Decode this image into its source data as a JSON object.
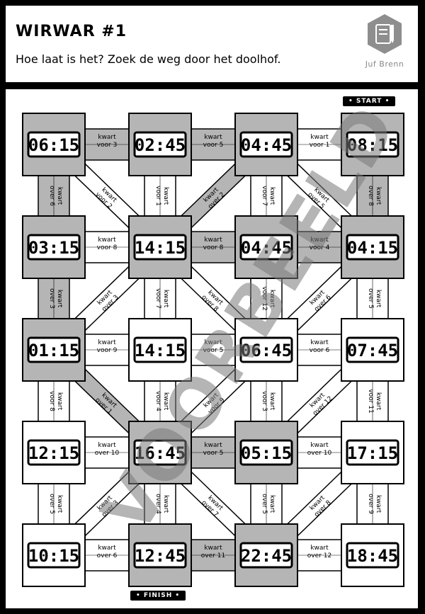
{
  "header": {
    "title": "WIRWAR #1",
    "subtitle": "Hoe laat is het? Zoek de weg door het doolhof.",
    "logo_name": "Juf Brenn"
  },
  "start_label": "• START •",
  "finish_label": "• FINISH •",
  "watermark": "VOORBEELD",
  "colors": {
    "shaded": "#b5b5b5",
    "white": "#ffffff",
    "ink": "#000000"
  },
  "times": [
    [
      "06:15",
      "02:45",
      "04:45",
      "08:15"
    ],
    [
      "03:15",
      "14:15",
      "04:45",
      "04:15"
    ],
    [
      "01:15",
      "14:15",
      "06:45",
      "07:45"
    ],
    [
      "12:15",
      "16:45",
      "05:15",
      "17:15"
    ],
    [
      "10:15",
      "12:45",
      "22:45",
      "18:45"
    ]
  ],
  "shaded": [
    [
      true,
      true,
      true,
      true
    ],
    [
      true,
      true,
      true,
      true
    ],
    [
      true,
      false,
      false,
      false
    ],
    [
      false,
      true,
      true,
      false
    ],
    [
      false,
      true,
      true,
      false
    ]
  ],
  "horizontal_links": [
    {
      "row": 0,
      "col": 0,
      "label": [
        "kwart",
        "voor 3"
      ],
      "shaded": true
    },
    {
      "row": 0,
      "col": 1,
      "label": [
        "kwart",
        "voor 5"
      ],
      "shaded": true
    },
    {
      "row": 0,
      "col": 2,
      "label": [
        "kwart",
        "voor 1"
      ],
      "shaded": false
    },
    {
      "row": 1,
      "col": 0,
      "label": [
        "kwart",
        "voor 8"
      ],
      "shaded": false
    },
    {
      "row": 1,
      "col": 1,
      "label": [
        "kwart",
        "voor 8"
      ],
      "shaded": true
    },
    {
      "row": 1,
      "col": 2,
      "label": [
        "kwart",
        "voor 4"
      ],
      "shaded": true
    },
    {
      "row": 2,
      "col": 0,
      "label": [
        "kwart",
        "voor 9"
      ],
      "shaded": false
    },
    {
      "row": 2,
      "col": 1,
      "label": [
        "kwart",
        "voor 5"
      ],
      "shaded": false
    },
    {
      "row": 2,
      "col": 2,
      "label": [
        "kwart",
        "voor 6"
      ],
      "shaded": false
    },
    {
      "row": 3,
      "col": 0,
      "label": [
        "kwart",
        "over 10"
      ],
      "shaded": false
    },
    {
      "row": 3,
      "col": 1,
      "label": [
        "kwart",
        "voor 5"
      ],
      "shaded": true
    },
    {
      "row": 3,
      "col": 2,
      "label": [
        "kwart",
        "over 10"
      ],
      "shaded": false
    },
    {
      "row": 4,
      "col": 0,
      "label": [
        "kwart",
        "over 6"
      ],
      "shaded": false
    },
    {
      "row": 4,
      "col": 1,
      "label": [
        "kwart",
        "over 11"
      ],
      "shaded": true
    },
    {
      "row": 4,
      "col": 2,
      "label": [
        "kwart",
        "over 12"
      ],
      "shaded": false
    }
  ],
  "vertical_links": [
    {
      "row": 0,
      "col": 0,
      "label": [
        "kwart",
        "over 6"
      ],
      "shaded": true
    },
    {
      "row": 0,
      "col": 1,
      "label": [
        "kwart",
        "voor 1"
      ],
      "shaded": false
    },
    {
      "row": 0,
      "col": 2,
      "label": [
        "kwart",
        "voor 7"
      ],
      "shaded": false
    },
    {
      "row": 0,
      "col": 3,
      "label": [
        "kwart",
        "over 8"
      ],
      "shaded": true
    },
    {
      "row": 1,
      "col": 0,
      "label": [
        "kwart",
        "over 3"
      ],
      "shaded": true
    },
    {
      "row": 1,
      "col": 1,
      "label": [
        "kwart",
        "voor 7"
      ],
      "shaded": false
    },
    {
      "row": 1,
      "col": 2,
      "label": [
        "kwart",
        "voor 12"
      ],
      "shaded": false
    },
    {
      "row": 1,
      "col": 3,
      "label": [
        "kwart",
        "over 5"
      ],
      "shaded": false
    },
    {
      "row": 2,
      "col": 0,
      "label": [
        "kwart",
        "voor 8"
      ],
      "shaded": false
    },
    {
      "row": 2,
      "col": 1,
      "label": [
        "kwart",
        "voor 4"
      ],
      "shaded": false
    },
    {
      "row": 2,
      "col": 2,
      "label": [
        "kwart",
        "voor 3"
      ],
      "shaded": false
    },
    {
      "row": 2,
      "col": 3,
      "label": [
        "kwart",
        "voor 11"
      ],
      "shaded": false
    },
    {
      "row": 3,
      "col": 0,
      "label": [
        "kwart",
        "over 5"
      ],
      "shaded": false
    },
    {
      "row": 3,
      "col": 1,
      "label": [
        "kwart",
        "over 4"
      ],
      "shaded": false
    },
    {
      "row": 3,
      "col": 2,
      "label": [
        "kwart",
        "over 5"
      ],
      "shaded": false
    },
    {
      "row": 3,
      "col": 3,
      "label": [
        "kwart",
        "over 9"
      ],
      "shaded": false
    }
  ],
  "diagonal_links": [
    {
      "from": [
        0,
        0
      ],
      "to": [
        1,
        1
      ],
      "label": [
        "kwart",
        "voor 2"
      ],
      "shaded": false
    },
    {
      "from": [
        0,
        2
      ],
      "to": [
        1,
        1
      ],
      "label": [
        "kwart",
        "over 2"
      ],
      "shaded": true
    },
    {
      "from": [
        0,
        2
      ],
      "to": [
        1,
        3
      ],
      "label": [
        "kwart",
        "over 5"
      ],
      "shaded": false
    },
    {
      "from": [
        1,
        1
      ],
      "to": [
        2,
        0
      ],
      "label": [
        "kwart",
        "over 3"
      ],
      "shaded": false
    },
    {
      "from": [
        1,
        1
      ],
      "to": [
        2,
        2
      ],
      "label": [
        "kwart",
        "over 8"
      ],
      "shaded": false
    },
    {
      "from": [
        1,
        3
      ],
      "to": [
        2,
        2
      ],
      "label": [
        "kwart",
        "over 6"
      ],
      "shaded": false
    },
    {
      "from": [
        2,
        0
      ],
      "to": [
        3,
        1
      ],
      "label": [
        "kwart",
        "over 1"
      ],
      "shaded": true
    },
    {
      "from": [
        2,
        2
      ],
      "to": [
        3,
        1
      ],
      "label": [
        "kwart",
        "voor 9"
      ],
      "shaded": false
    },
    {
      "from": [
        2,
        3
      ],
      "to": [
        3,
        2
      ],
      "label": [
        "kwart",
        "over 12"
      ],
      "shaded": false
    },
    {
      "from": [
        3,
        1
      ],
      "to": [
        4,
        0
      ],
      "label": [
        "kwart",
        "over 3"
      ],
      "shaded": false
    },
    {
      "from": [
        3,
        1
      ],
      "to": [
        4,
        2
      ],
      "label": [
        "kwart",
        "over 7"
      ],
      "shaded": false
    },
    {
      "from": [
        3,
        3
      ],
      "to": [
        4,
        2
      ],
      "label": [
        "kwart",
        "over 8"
      ],
      "shaded": false
    }
  ]
}
